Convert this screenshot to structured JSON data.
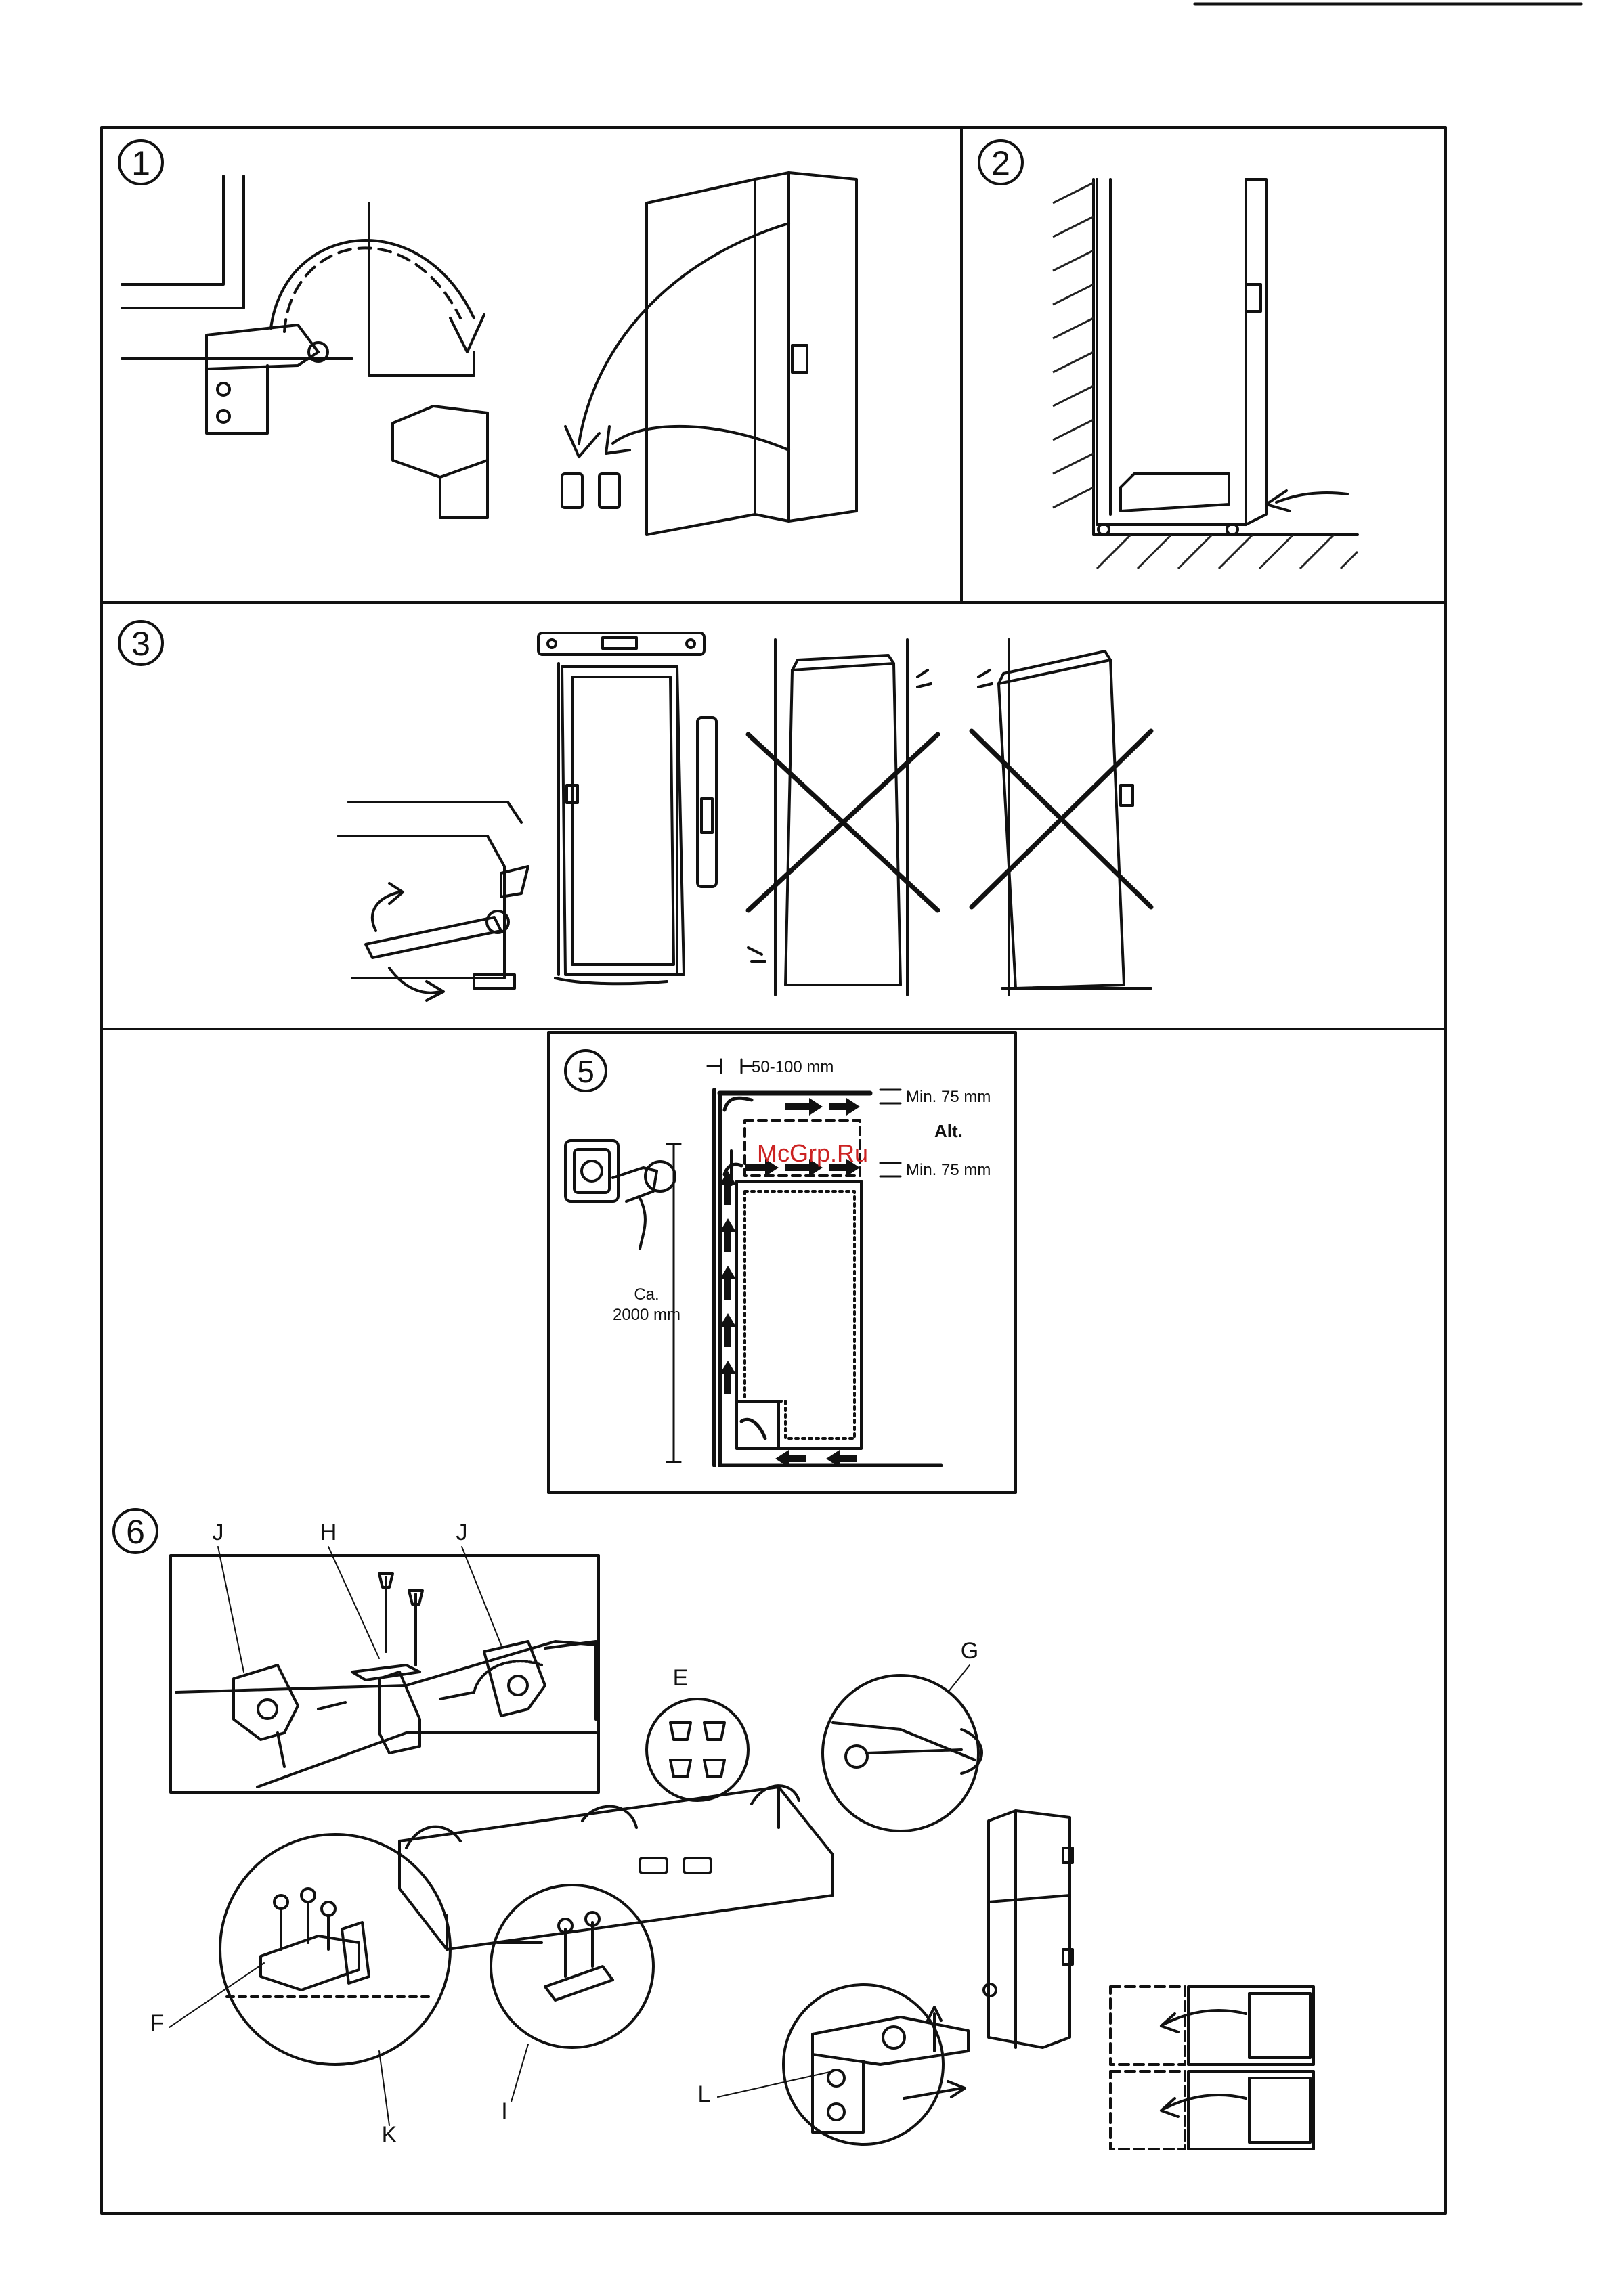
{
  "panels": [
    {
      "number": "1"
    },
    {
      "number": "2"
    },
    {
      "number": "3"
    },
    {
      "number": "5",
      "gap_label": "50-100 mm",
      "top_clearance": "Min. 75 mm",
      "alt_label": "Alt.",
      "mid_clearance": "Min. 75 mm",
      "height_label_line1": "Ca.",
      "height_label_line2": "2000 mm",
      "watermark": "McGrp.Ru"
    },
    {
      "number": "6",
      "callouts": [
        "J",
        "H",
        "J",
        "E",
        "G",
        "F",
        "K",
        "I",
        "L"
      ]
    }
  ],
  "colors": {
    "ink": "#111111",
    "watermark": "#cc2222",
    "paper": "#ffffff"
  },
  "icons": [
    "circle-number-1",
    "circle-number-2",
    "circle-number-3",
    "circle-number-5",
    "circle-number-6"
  ]
}
